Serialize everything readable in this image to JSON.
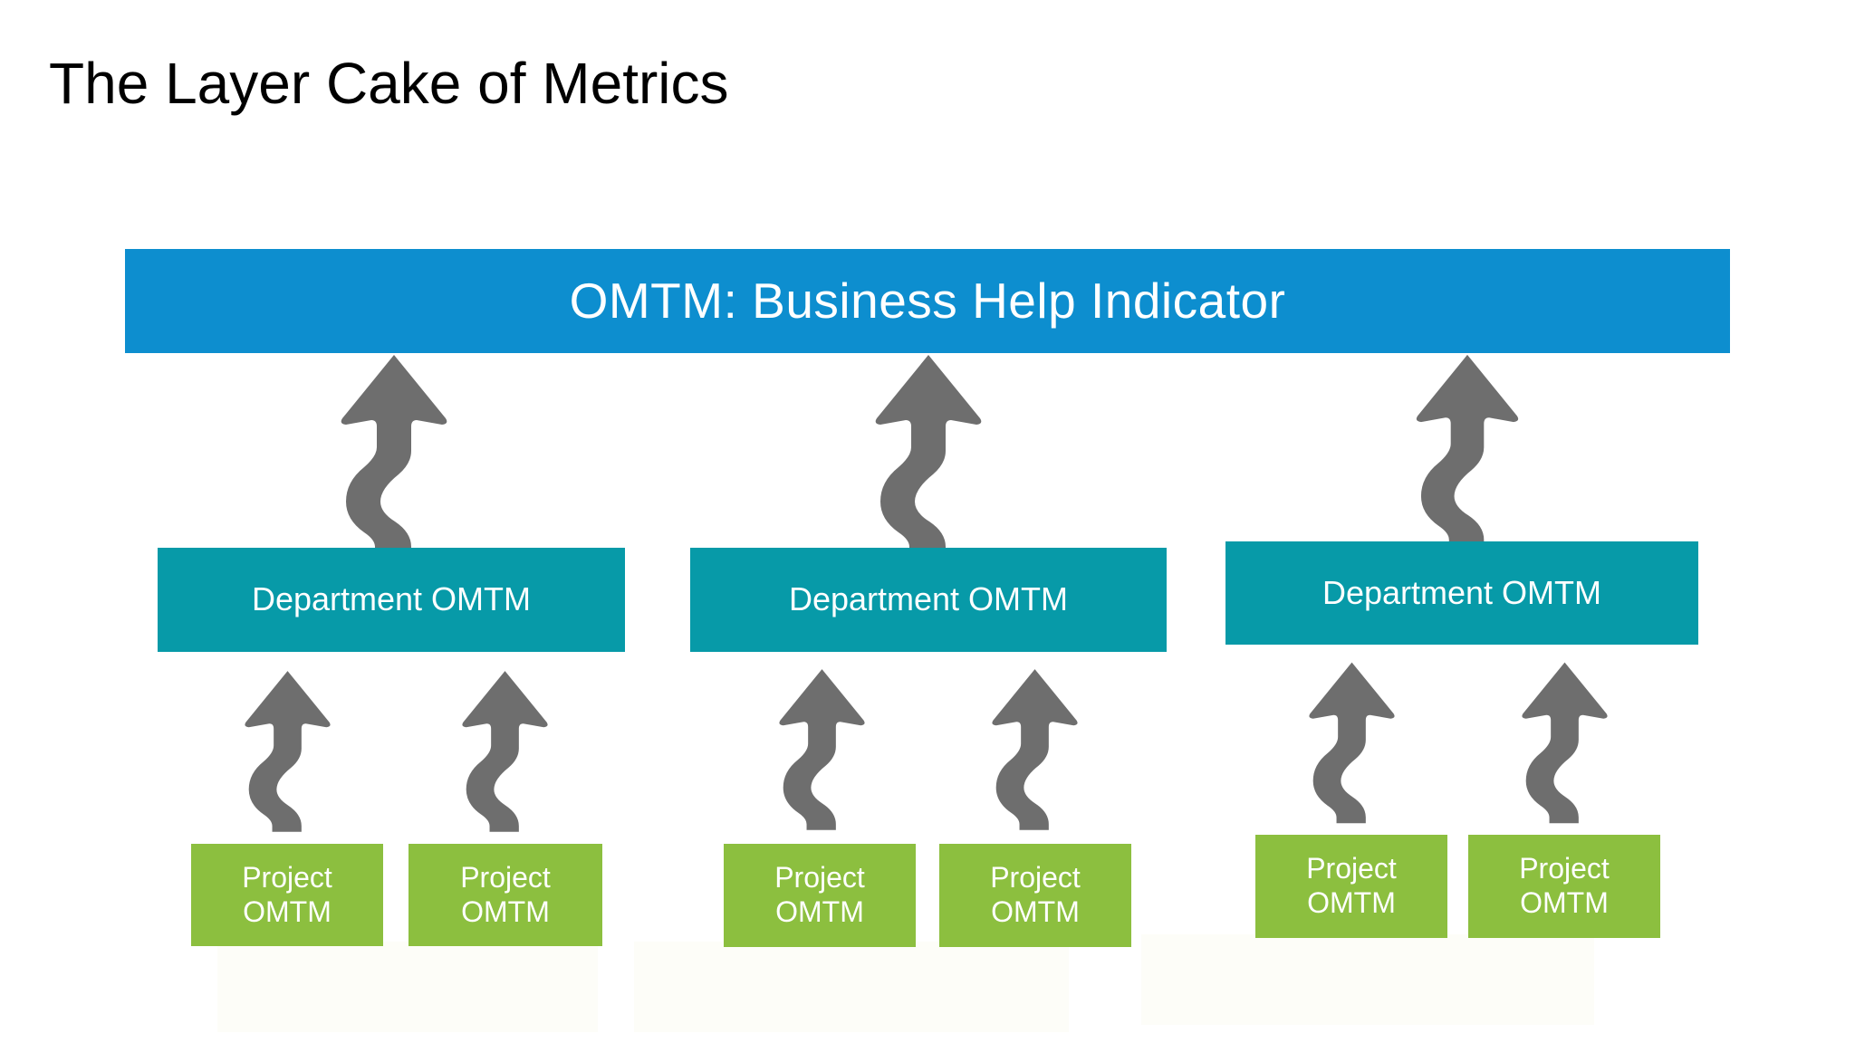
{
  "slide": {
    "title": "The Layer Cake of Metrics",
    "background_color": "#ffffff"
  },
  "colors": {
    "top_level": "#0d8ecf",
    "department_level": "#079aa8",
    "project_level": "#8cbf3f",
    "arrow": "#6e6e6e",
    "title_text": "#000000",
    "box_text": "#ffffff"
  },
  "diagram": {
    "type": "layered-hierarchy",
    "levels": 3,
    "top": {
      "label": "OMTM: Business Help Indicator"
    },
    "departments": [
      {
        "label": "Department OMTM"
      },
      {
        "label": "Department OMTM"
      },
      {
        "label": "Department OMTM"
      }
    ],
    "projects": [
      {
        "label": "Project\nOMTM"
      },
      {
        "label": "Project\nOMTM"
      },
      {
        "label": "Project\nOMTM"
      },
      {
        "label": "Project\nOMTM"
      },
      {
        "label": "Project\nOMTM"
      },
      {
        "label": "Project\nOMTM"
      }
    ],
    "connectors": {
      "icon": "squiggle-up-arrow",
      "count_department_to_top": 3,
      "count_project_to_department": 6,
      "direction": "upward"
    }
  }
}
